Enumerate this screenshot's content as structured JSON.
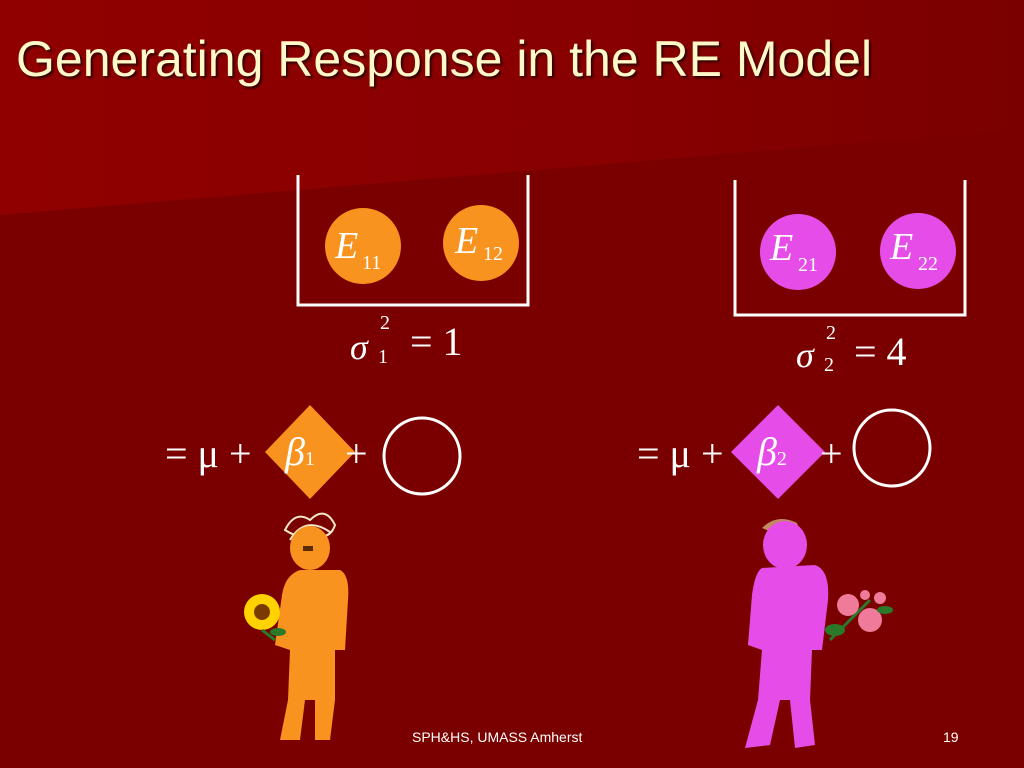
{
  "slide": {
    "title": "Generating Response in the RE Model",
    "footer": "SPH&HS, UMASS  Amherst",
    "page_number": "19"
  },
  "group1": {
    "color": "#f7931e",
    "balls": [
      {
        "letter": "E",
        "subscript": "11"
      },
      {
        "letter": "E",
        "subscript": "12"
      }
    ],
    "variance": {
      "symbol": "σ",
      "sub": "1",
      "sup": "2",
      "value": "= 1"
    },
    "equation": {
      "lhs": "= μ +",
      "beta": "β",
      "beta_sub": "1",
      "plus": "+"
    }
  },
  "group2": {
    "color": "#e64de8",
    "balls": [
      {
        "letter": "E",
        "subscript": "21"
      },
      {
        "letter": "E",
        "subscript": "22"
      }
    ],
    "variance": {
      "symbol": "σ",
      "sub": "2",
      "sup": "2",
      "value": "= 4"
    },
    "equation": {
      "lhs": "= μ +",
      "beta": "β",
      "beta_sub": "2",
      "plus": "+"
    }
  }
}
